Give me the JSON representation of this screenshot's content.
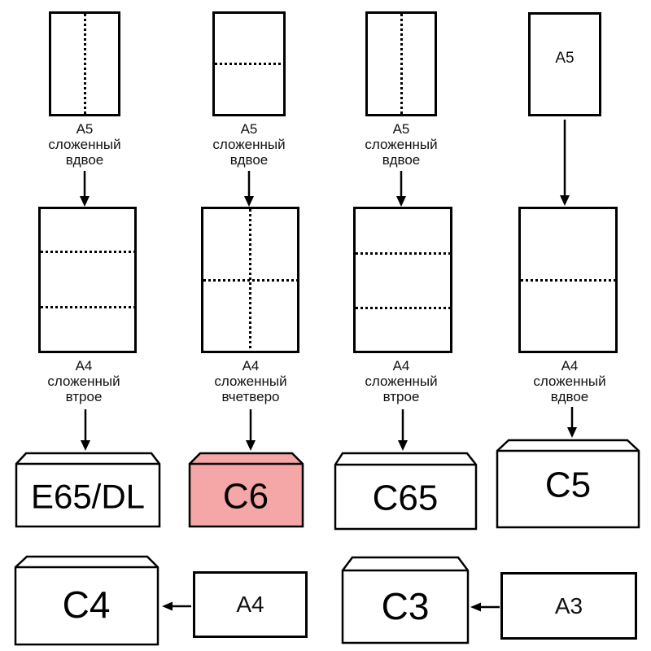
{
  "colors": {
    "highlight": "#f5a7a7",
    "paper": "#ffffff",
    "line": "#000000"
  },
  "top_row": [
    {
      "caption": [
        "A5",
        "сложенный",
        "вдвое"
      ],
      "fold": "vertical-half"
    },
    {
      "caption": [
        "A5",
        "сложенный",
        "вдвое"
      ],
      "fold": "horizontal-half"
    },
    {
      "caption": [
        "A5",
        "сложенный",
        "вдвое"
      ],
      "fold": "vertical-half"
    },
    {
      "inner_label": "A5",
      "fold": "none"
    }
  ],
  "middle_row": [
    {
      "caption": [
        "A4",
        "сложенный",
        "втрое"
      ],
      "fold": "horizontal-thirds"
    },
    {
      "caption": [
        "A4",
        "сложенный",
        "вчетверо"
      ],
      "fold": "quarters"
    },
    {
      "caption": [
        "A4",
        "сложенный",
        "втрое"
      ],
      "fold": "horizontal-thirds"
    },
    {
      "caption": [
        "A4",
        "сложенный",
        "вдвое"
      ],
      "fold": "horizontal-half"
    }
  ],
  "envelopes": [
    {
      "label": "E65/DL",
      "highlighted": false
    },
    {
      "label": "C6",
      "highlighted": true
    },
    {
      "label": "C65",
      "highlighted": false
    },
    {
      "label": "C5",
      "highlighted": false
    }
  ],
  "bottom_row": [
    {
      "envelope_label": "C4",
      "source_label": "A4"
    },
    {
      "envelope_label": "C3",
      "source_label": "A3"
    }
  ]
}
